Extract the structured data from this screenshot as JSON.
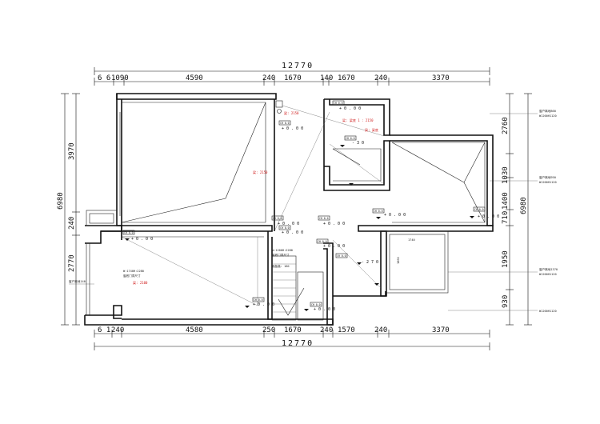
{
  "dimensions": {
    "top_total": "12770",
    "top_segments": [
      "6 6",
      "1090",
      "4590",
      "240",
      "1670",
      "140",
      "1670",
      "240",
      "3370"
    ],
    "bottom_total": "12770",
    "bottom_segments": [
      "6 1",
      "240",
      "4580",
      "250",
      "1670",
      "240",
      "1570",
      "240",
      "3370"
    ],
    "left_total": "6980",
    "left_segments": [
      "3970",
      "240",
      "2770"
    ],
    "right_total": "6980",
    "right_segments": [
      "2760",
      "1030",
      "1400",
      "710",
      "1950",
      "930"
    ]
  },
  "right_notes": [
    {
      "line1": "窗户离地860",
      "line2": "W1200H1120"
    },
    {
      "line1": "窗户离地950",
      "line2": "W1200H1120"
    },
    {
      "line1": "窗户离地1370",
      "line2": "W1200H1120"
    },
    {
      "line1": "",
      "line2": "W1200H1120"
    }
  ],
  "left_note": "窗户离地140",
  "level_tags": [
    {
      "tag": "CH 0.0",
      "level": "+ 0 . 0 0"
    },
    {
      "tag": "CH 0.0",
      "level": "+ 0 . 0 0"
    },
    {
      "tag": "CH 0.0",
      "level": "- 3 0"
    },
    {
      "tag": "CH 0.0",
      "level": "+ 0 . 0 0"
    },
    {
      "tag": "CH 0.0",
      "level": "+ 0 . 0 0"
    },
    {
      "tag": "CH 0.0",
      "level": "+ 0 . 0 0"
    },
    {
      "tag": "CH 0.0",
      "level": "+ 0 . 0 0"
    },
    {
      "tag": "CH 0.0",
      "level": "+ 0 . 0 0"
    },
    {
      "tag": "CH 0.0",
      "level": "+ 0 . 0 0"
    },
    {
      "tag": "CH 0.0",
      "level": "+ 0 . 0 0"
    },
    {
      "tag": "CH 0.0",
      "level": "- 2 7 0"
    },
    {
      "tag": "CH 0.0",
      "level": "+ 0 . 0 0"
    },
    {
      "tag": "CH 0.0",
      "level": "+ 0 . 0 0"
    }
  ],
  "red_notes": [
    "梁: 2150",
    "梁: 梁底 1 : 2150",
    "梁: 梁底",
    "梁: 2150",
    "梁: 2100"
  ],
  "room_notes": {
    "window1_a": "W:1740H:2280",
    "window1_b": "窗底门洞尺寸",
    "window2_a": "W:1200H:2280",
    "window2_b": "窗底门洞尺寸",
    "window2_c": "踏板高: 160"
  },
  "room_dims": {
    "width": "1740",
    "height": "1860"
  }
}
